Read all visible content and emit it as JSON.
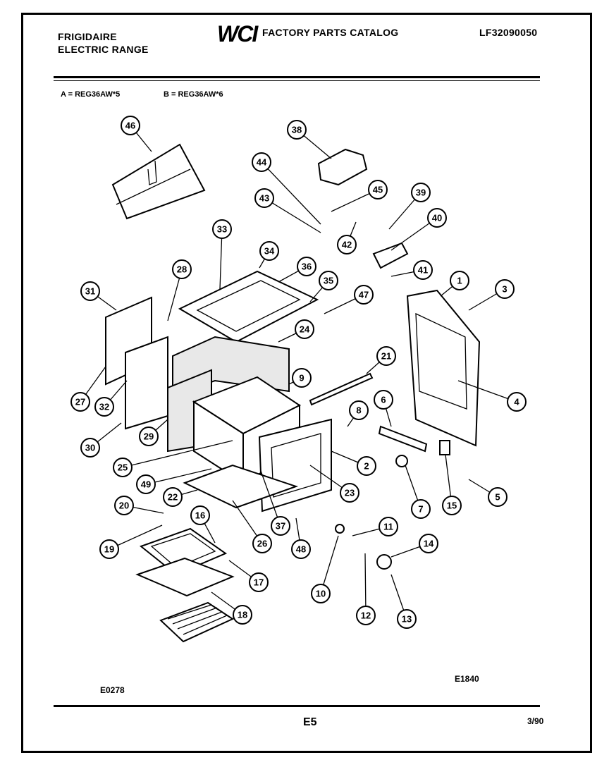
{
  "header": {
    "brand": "FRIGIDAIRE",
    "product": "ELECTRIC RANGE",
    "logo": "WCI",
    "catalog_title": "FACTORY PARTS CATALOG",
    "catalog_number": "LF32090050"
  },
  "models": {
    "a": "A = REG36AW*5",
    "b": "B = REG36AW*6"
  },
  "diagram": {
    "callouts": [
      "46",
      "38",
      "44",
      "45",
      "39",
      "43",
      "42",
      "40",
      "33",
      "34",
      "36",
      "28",
      "41",
      "35",
      "47",
      "1",
      "3",
      "31",
      "24",
      "21",
      "9",
      "27",
      "32",
      "4",
      "8",
      "6",
      "29",
      "30",
      "2",
      "25",
      "23",
      "49",
      "22",
      "7",
      "15",
      "5",
      "20",
      "37",
      "26",
      "16",
      "11",
      "14",
      "19",
      "48",
      "17",
      "10",
      "12",
      "13",
      "18"
    ]
  },
  "footer": {
    "left_code": "E0278",
    "right_code": "E1840",
    "page": "E5",
    "date": "3/90"
  }
}
